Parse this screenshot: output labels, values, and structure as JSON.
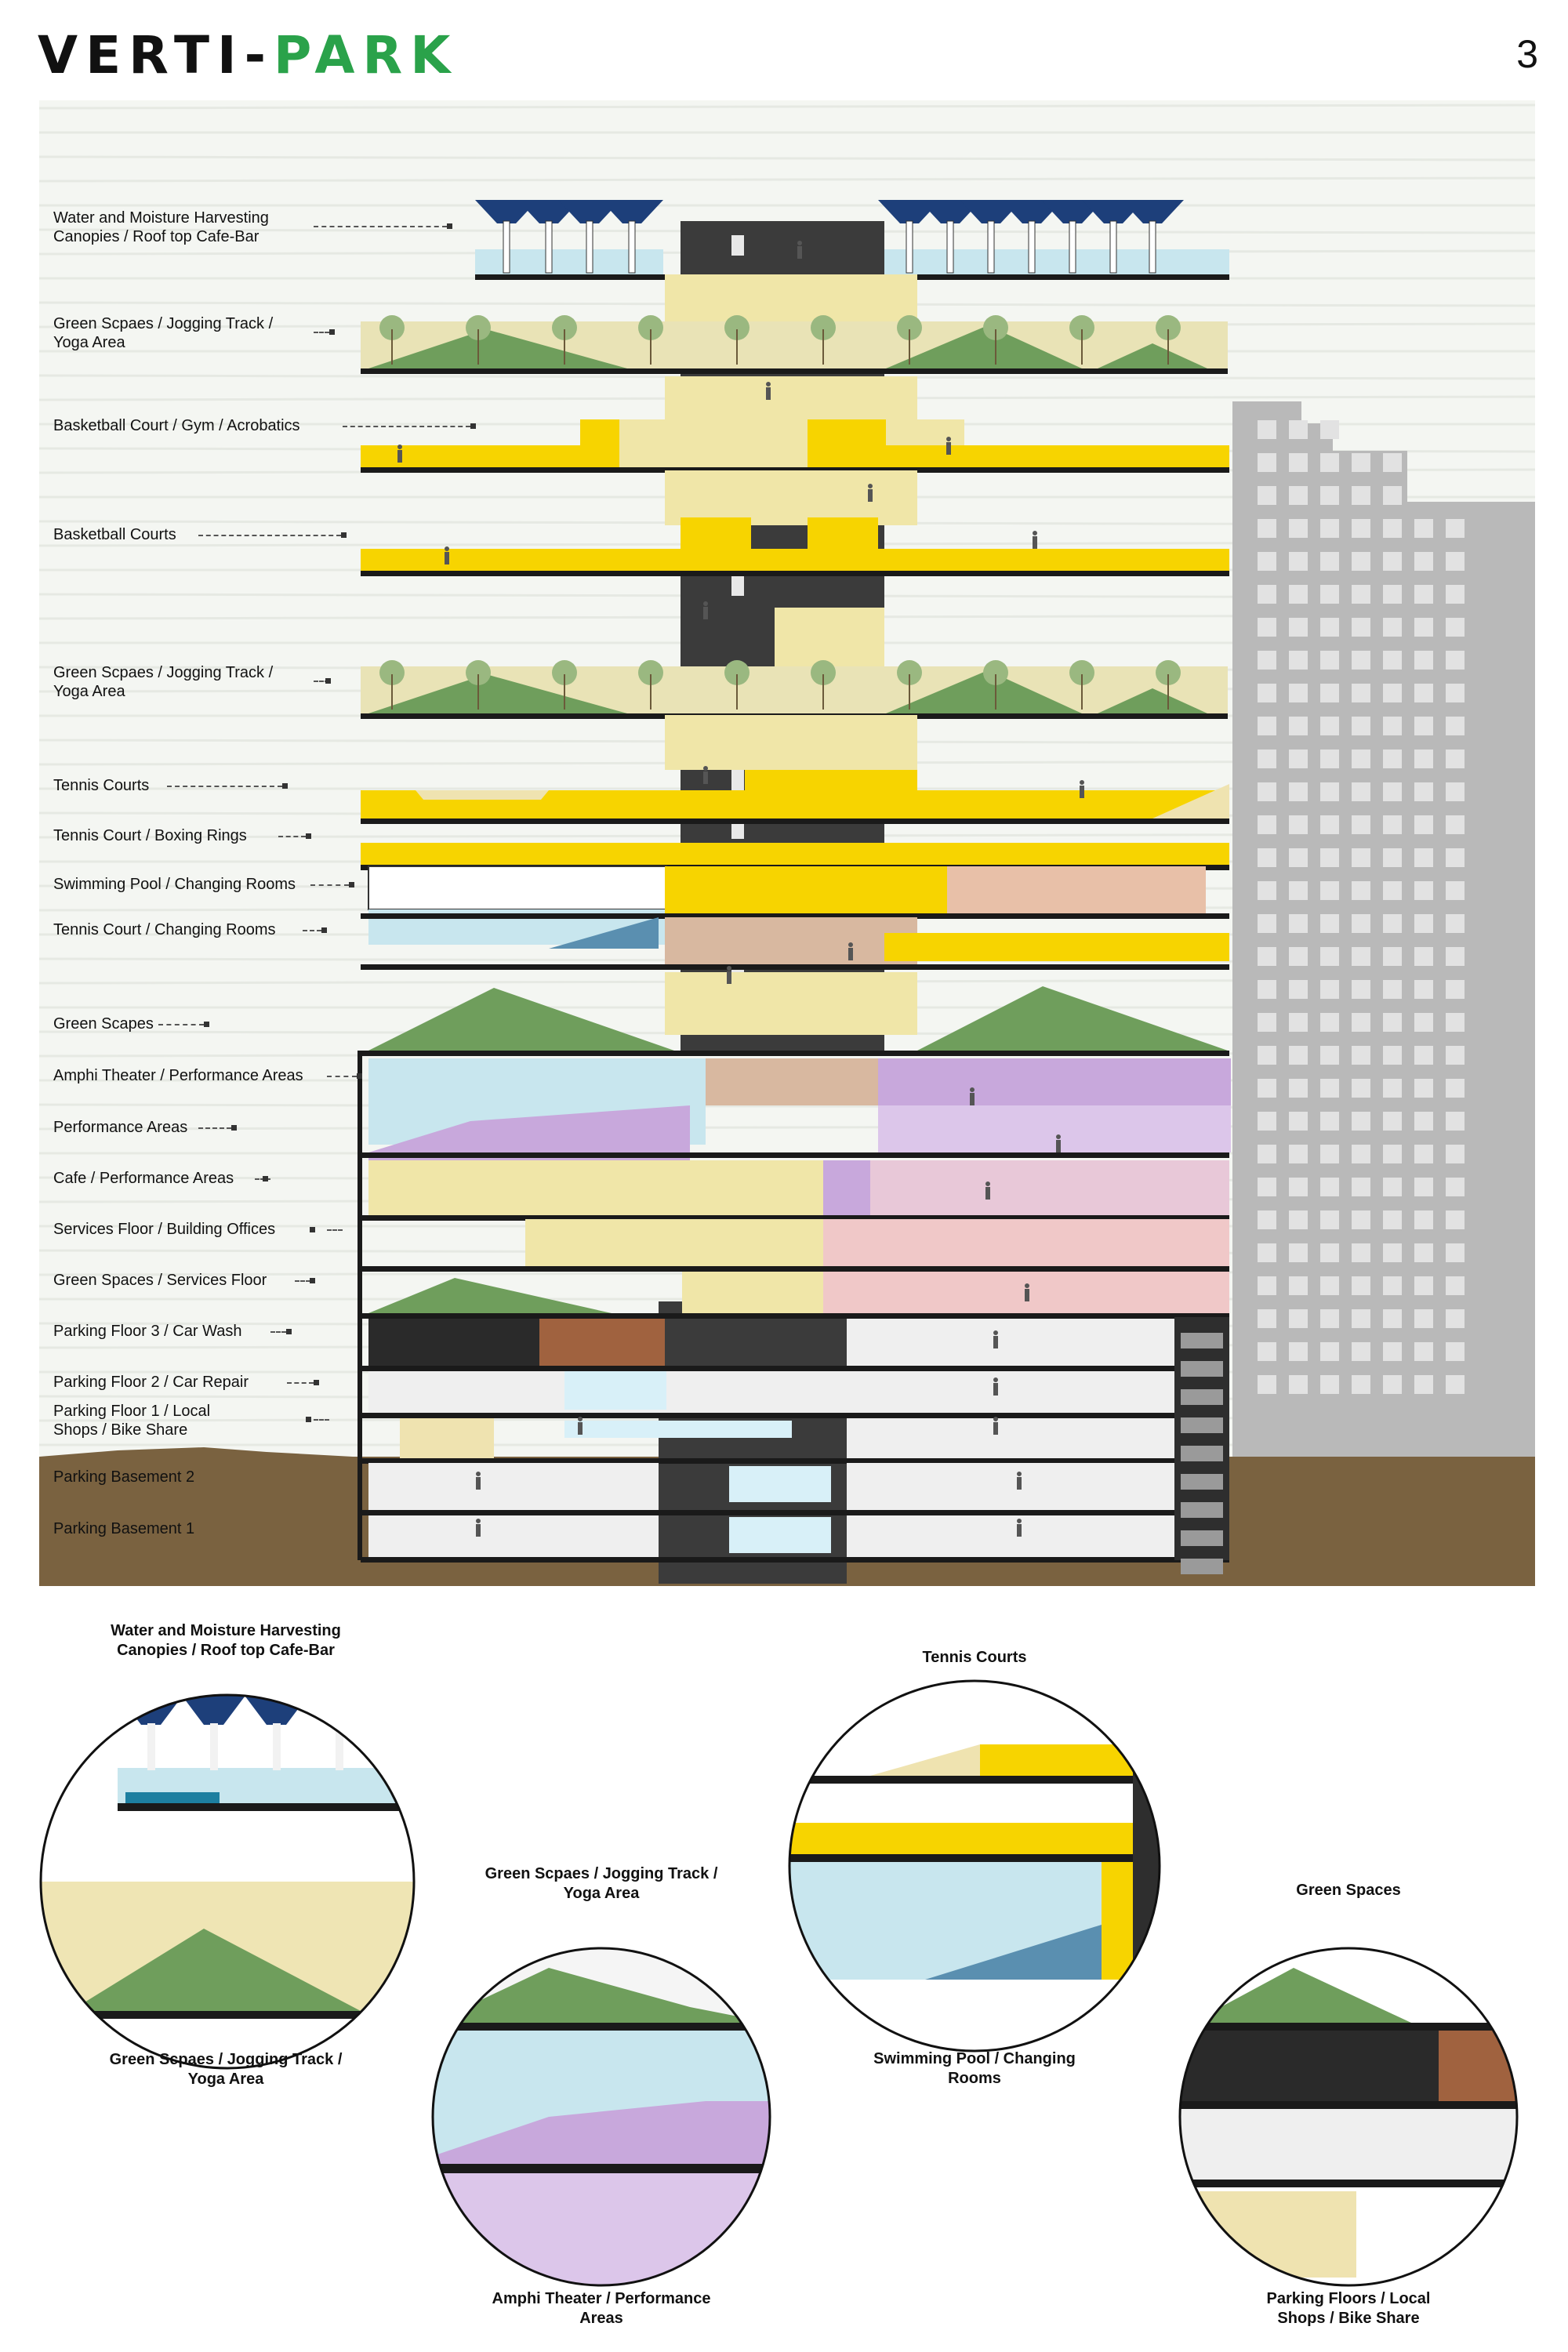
{
  "header": {
    "title_part1": "VERTI-",
    "title_part2": "PARK",
    "page_number": "3"
  },
  "colors": {
    "yellow": "#f7d400",
    "cream": "#f0e6a8",
    "core": "#3b3b3b",
    "green": "#6f9e5c",
    "purple": "#c8a8dc",
    "pink": "#f0c8c8",
    "ground": "#7a6240",
    "gray_building": "#b9b9b9",
    "water": "#c8e6ee",
    "canopy": "#1d3f7a"
  },
  "section_labels": [
    "Water and Moisture Harvesting\nCanopies / Roof top Cafe-Bar",
    "Green Scpaes / Jogging Track /\nYoga Area",
    "Basketball Court / Gym / Acrobatics",
    "Basketball Courts",
    "Green Scpaes / Jogging Track /\nYoga Area",
    "Tennis Courts",
    "Tennis Court / Boxing Rings",
    "Swimming Pool /  Changing Rooms",
    "Tennis Court /  Changing Rooms",
    "Green Scapes",
    "Amphi Theater / Performance Areas",
    "Performance Areas",
    "Cafe / Performance Areas",
    "Services Floor / Building Offices",
    "Green Spaces / Services Floor",
    "Parking Floor 3 / Car Wash",
    "Parking Floor 2 / Car Repair",
    "Parking Floor 1 / Local\nShops / Bike Share",
    "Parking Basement 2",
    "Parking Basement 1"
  ],
  "detail_circles": [
    {
      "top_label": "Water and Moisture Harvesting\nCanopies / Roof top Cafe-Bar",
      "bottom_label": "Green Scpaes / Jogging Track /\nYoga Area"
    },
    {
      "top_label": "Green Scpaes / Jogging Track /\nYoga Area",
      "bottom_label": "Amphi Theater / Performance\nAreas"
    },
    {
      "top_label": "Tennis Courts",
      "bottom_label": "Swimming Pool /  Changing\nRooms"
    },
    {
      "top_label": "Green Spaces",
      "bottom_label": "Parking Floors / Local\nShops / Bike Share"
    }
  ]
}
